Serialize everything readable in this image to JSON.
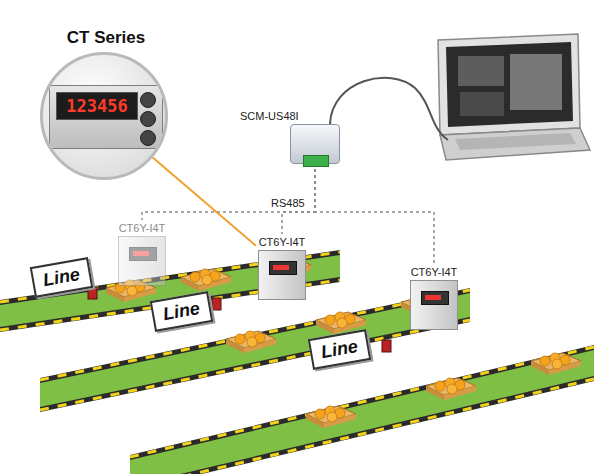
{
  "diagram": {
    "nodes": [
      {
        "text": [
          "CT Series",
          "123456"
        ]
      },
      {
        "text": [
          "SCM-US48I"
        ]
      },
      {
        "text": [
          "CT6Y-I4T"
        ]
      },
      {
        "text": [
          "CT6Y-I4T"
        ]
      },
      {
        "text": [
          "CT6Y-I4T"
        ]
      },
      {
        "text": [
          "Line"
        ]
      },
      {
        "text": [
          "Line"
        ]
      },
      {
        "text": [
          "Line"
        ]
      }
    ],
    "edges": [
      {
        "from": 1,
        "to": 2,
        "arrow": "none"
      },
      {
        "from": 1,
        "to": 3,
        "label": "RS485",
        "arrow": "none"
      },
      {
        "from": 1,
        "to": 4,
        "arrow": "none"
      },
      {
        "from": 0,
        "to": 3,
        "arrow": "none"
      }
    ]
  }
}
